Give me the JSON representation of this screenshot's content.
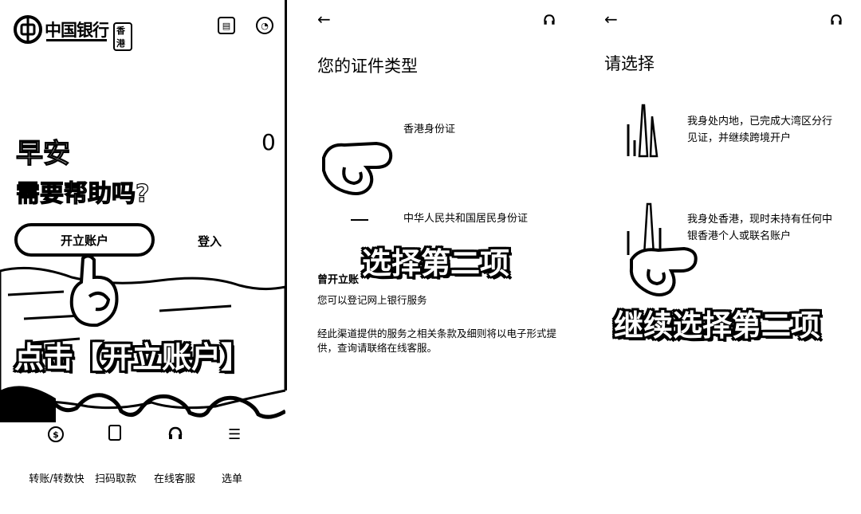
{
  "panel1": {
    "brand_logo_text": "中国银行",
    "brand_logo_sub": "香港",
    "greeting": "早安",
    "help_question": "需要帮助吗?",
    "open_account_label": "开立账户",
    "login_label": "登入",
    "overlay_caption": "点击【开立账户】",
    "side_indicator": "0",
    "bottom_nav": [
      {
        "label": "转账/转数快",
        "icon": "dollar-icon"
      },
      {
        "label": "扫码取款",
        "icon": "qr-code-icon"
      },
      {
        "label": "在线客服",
        "icon": "headset-icon"
      },
      {
        "label": "选单",
        "icon": "menu-icon"
      }
    ]
  },
  "panel2": {
    "title": "您的证件类型",
    "option_hk_id": "香港身份证",
    "option_prc_id": "中华人民共和国居民身份证",
    "overlay_caption": "选择第二项",
    "already_opened_label": "曾开立账",
    "register_text": "您可以登记网上银行服务",
    "terms_text": "经此渠道提供的服务之相关条款及细则将以电子形式提供，查询请联络在线客服。"
  },
  "panel3": {
    "title": "请选择",
    "option_mainland": "我身处内地，已完成大湾区分行见证，并继续跨境开户",
    "option_hk": "我身处香港，现时未持有任何中银香港个人或联名账户",
    "overlay_caption": "继续选择第二项"
  }
}
